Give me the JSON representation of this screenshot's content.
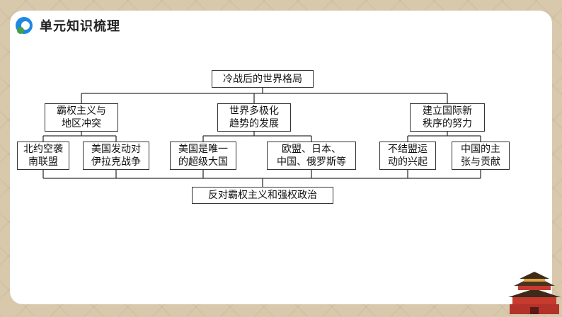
{
  "header": {
    "title": "单元知识梳理",
    "logo_icon": "chat-bubble-icon"
  },
  "diagram": {
    "root": "冷战后的世界格局",
    "branches": [
      {
        "label": "霸权主义与\n地区冲突",
        "children": [
          "北约空袭\n南联盟",
          "美国发动对\n伊拉克战争"
        ]
      },
      {
        "label": "世界多极化\n趋势的发展",
        "children": [
          "美国是唯一\n的超级大国",
          "欧盟、日本、\n中国、俄罗斯等"
        ]
      },
      {
        "label": "建立国际新\n秩序的努力",
        "children": [
          "不结盟运\n动的兴起",
          "中国的主\n张与贡献"
        ]
      }
    ],
    "conclusion": "反对霸权主义和强权政治"
  },
  "colors": {
    "accent_blue": "#1e88e5",
    "accent_green": "#43a047",
    "frame": "#d8c9ad"
  }
}
